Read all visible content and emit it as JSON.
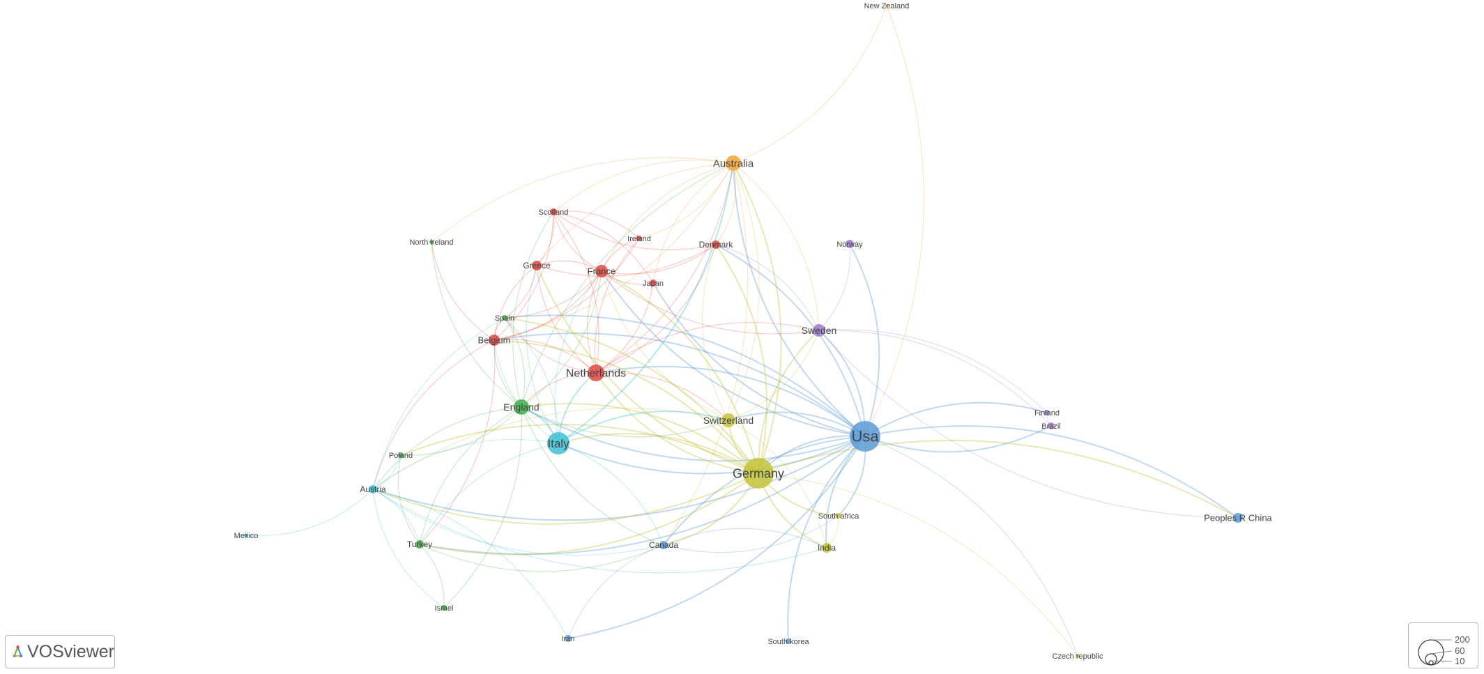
{
  "app": {
    "brand": "VOSviewer",
    "logo_icon": "vosviewer-logo-icon"
  },
  "legend": {
    "sizes": [
      "200",
      "60",
      "10"
    ]
  },
  "clusters": {
    "red": "#e2463f",
    "green": "#3fae49",
    "blue": "#5b9bd5",
    "yellow": "#c3c33a",
    "purple": "#a07ad1",
    "cyan": "#3ec1d3",
    "orange": "#f2a33a"
  },
  "nodes": [
    {
      "id": "usa",
      "label": "Usa",
      "cluster": "blue"
    },
    {
      "id": "germany",
      "label": "Germany",
      "cluster": "yellow"
    },
    {
      "id": "italy",
      "label": "Italy",
      "cluster": "cyan"
    },
    {
      "id": "netherlands",
      "label": "Netherlands",
      "cluster": "red"
    },
    {
      "id": "england",
      "label": "England",
      "cluster": "green"
    },
    {
      "id": "switzerland",
      "label": "Switzerland",
      "cluster": "yellow"
    },
    {
      "id": "australia",
      "label": "Australia",
      "cluster": "orange"
    },
    {
      "id": "sweden",
      "label": "Sweden",
      "cluster": "purple"
    },
    {
      "id": "france",
      "label": "France",
      "cluster": "red"
    },
    {
      "id": "belgium",
      "label": "Belgium",
      "cluster": "red"
    },
    {
      "id": "greece",
      "label": "Greece",
      "cluster": "red"
    },
    {
      "id": "scotland",
      "label": "Scotland",
      "cluster": "red"
    },
    {
      "id": "ireland",
      "label": "Ireland",
      "cluster": "red"
    },
    {
      "id": "denmark",
      "label": "Denmark",
      "cluster": "red"
    },
    {
      "id": "japan",
      "label": "Japan",
      "cluster": "red"
    },
    {
      "id": "spain",
      "label": "Spain",
      "cluster": "green"
    },
    {
      "id": "northireland",
      "label": "North ireland",
      "cluster": "green"
    },
    {
      "id": "poland",
      "label": "Poland",
      "cluster": "green"
    },
    {
      "id": "turkey",
      "label": "Turkey",
      "cluster": "green"
    },
    {
      "id": "israel",
      "label": "Israel",
      "cluster": "green"
    },
    {
      "id": "austria",
      "label": "Austria",
      "cluster": "cyan"
    },
    {
      "id": "mexico",
      "label": "Mexico",
      "cluster": "cyan"
    },
    {
      "id": "canada",
      "label": "Canada",
      "cluster": "blue"
    },
    {
      "id": "iran",
      "label": "Iran",
      "cluster": "blue"
    },
    {
      "id": "southkorea",
      "label": "South korea",
      "cluster": "blue"
    },
    {
      "id": "china",
      "label": "Peoples R China",
      "cluster": "blue"
    },
    {
      "id": "norway",
      "label": "Norway",
      "cluster": "purple"
    },
    {
      "id": "finland",
      "label": "Finland",
      "cluster": "purple"
    },
    {
      "id": "brazil",
      "label": "Brazil",
      "cluster": "purple"
    },
    {
      "id": "southafrica",
      "label": "South africa",
      "cluster": "yellow"
    },
    {
      "id": "india",
      "label": "India",
      "cluster": "yellow"
    },
    {
      "id": "czech",
      "label": "Czech republic",
      "cluster": "yellow"
    },
    {
      "id": "newzealand",
      "label": "New Zealand",
      "cluster": "orange"
    }
  ],
  "links": [
    [
      "usa",
      "germany"
    ],
    [
      "usa",
      "italy"
    ],
    [
      "usa",
      "netherlands"
    ],
    [
      "usa",
      "england"
    ],
    [
      "usa",
      "switzerland"
    ],
    [
      "usa",
      "australia"
    ],
    [
      "usa",
      "sweden"
    ],
    [
      "usa",
      "france"
    ],
    [
      "usa",
      "canada"
    ],
    [
      "usa",
      "china"
    ],
    [
      "usa",
      "india"
    ],
    [
      "usa",
      "southafrica"
    ],
    [
      "usa",
      "southkorea"
    ],
    [
      "usa",
      "iran"
    ],
    [
      "usa",
      "norway"
    ],
    [
      "usa",
      "finland"
    ],
    [
      "usa",
      "brazil"
    ],
    [
      "usa",
      "austria"
    ],
    [
      "usa",
      "belgium"
    ],
    [
      "usa",
      "turkey"
    ],
    [
      "usa",
      "denmark"
    ],
    [
      "usa",
      "czech"
    ],
    [
      "usa",
      "spain"
    ],
    [
      "usa",
      "japan"
    ],
    [
      "germany",
      "italy"
    ],
    [
      "germany",
      "netherlands"
    ],
    [
      "germany",
      "england"
    ],
    [
      "germany",
      "switzerland"
    ],
    [
      "germany",
      "australia"
    ],
    [
      "germany",
      "sweden"
    ],
    [
      "germany",
      "france"
    ],
    [
      "germany",
      "austria"
    ],
    [
      "germany",
      "india"
    ],
    [
      "germany",
      "canada"
    ],
    [
      "germany",
      "belgium"
    ],
    [
      "germany",
      "turkey"
    ],
    [
      "germany",
      "poland"
    ],
    [
      "germany",
      "czech"
    ],
    [
      "germany",
      "southafrica"
    ],
    [
      "germany",
      "greece"
    ],
    [
      "germany",
      "denmark"
    ],
    [
      "germany",
      "china"
    ],
    [
      "germany",
      "spain"
    ],
    [
      "italy",
      "netherlands"
    ],
    [
      "italy",
      "england"
    ],
    [
      "italy",
      "switzerland"
    ],
    [
      "italy",
      "austria"
    ],
    [
      "italy",
      "france"
    ],
    [
      "italy",
      "australia"
    ],
    [
      "italy",
      "belgium"
    ],
    [
      "italy",
      "turkey"
    ],
    [
      "italy",
      "canada"
    ],
    [
      "italy",
      "spain"
    ],
    [
      "italy",
      "greece"
    ],
    [
      "netherlands",
      "england"
    ],
    [
      "netherlands",
      "switzerland"
    ],
    [
      "netherlands",
      "australia"
    ],
    [
      "netherlands",
      "france"
    ],
    [
      "netherlands",
      "belgium"
    ],
    [
      "netherlands",
      "greece"
    ],
    [
      "netherlands",
      "scotland"
    ],
    [
      "netherlands",
      "sweden"
    ],
    [
      "netherlands",
      "denmark"
    ],
    [
      "netherlands",
      "ireland"
    ],
    [
      "netherlands",
      "japan"
    ],
    [
      "netherlands",
      "spain"
    ],
    [
      "england",
      "switzerland"
    ],
    [
      "england",
      "australia"
    ],
    [
      "england",
      "france"
    ],
    [
      "england",
      "belgium"
    ],
    [
      "england",
      "spain"
    ],
    [
      "england",
      "northireland"
    ],
    [
      "england",
      "austria"
    ],
    [
      "england",
      "poland"
    ],
    [
      "england",
      "turkey"
    ],
    [
      "england",
      "scotland"
    ],
    [
      "england",
      "canada"
    ],
    [
      "england",
      "israel"
    ],
    [
      "switzerland",
      "australia"
    ],
    [
      "switzerland",
      "france"
    ],
    [
      "switzerland",
      "sweden"
    ],
    [
      "switzerland",
      "denmark"
    ],
    [
      "switzerland",
      "austria"
    ],
    [
      "switzerland",
      "india"
    ],
    [
      "australia",
      "france"
    ],
    [
      "australia",
      "sweden"
    ],
    [
      "australia",
      "scotland"
    ],
    [
      "australia",
      "denmark"
    ],
    [
      "australia",
      "newzealand"
    ],
    [
      "australia",
      "belgium"
    ],
    [
      "australia",
      "greece"
    ],
    [
      "australia",
      "ireland"
    ],
    [
      "australia",
      "northireland"
    ],
    [
      "australia",
      "canada"
    ],
    [
      "australia",
      "japan"
    ],
    [
      "france",
      "belgium"
    ],
    [
      "france",
      "greece"
    ],
    [
      "france",
      "scotland"
    ],
    [
      "france",
      "denmark"
    ],
    [
      "france",
      "ireland"
    ],
    [
      "france",
      "japan"
    ],
    [
      "france",
      "spain"
    ],
    [
      "france",
      "sweden"
    ],
    [
      "belgium",
      "greece"
    ],
    [
      "belgium",
      "scotland"
    ],
    [
      "belgium",
      "spain"
    ],
    [
      "belgium",
      "austria"
    ],
    [
      "belgium",
      "turkey"
    ],
    [
      "belgium",
      "ireland"
    ],
    [
      "belgium",
      "northireland"
    ],
    [
      "greece",
      "scotland"
    ],
    [
      "greece",
      "spain"
    ],
    [
      "greece",
      "denmark"
    ],
    [
      "scotland",
      "ireland"
    ],
    [
      "scotland",
      "denmark"
    ],
    [
      "scotland",
      "japan"
    ],
    [
      "sweden",
      "norway"
    ],
    [
      "sweden",
      "finland"
    ],
    [
      "sweden",
      "denmark"
    ],
    [
      "sweden",
      "brazil"
    ],
    [
      "sweden",
      "china"
    ],
    [
      "austria",
      "turkey"
    ],
    [
      "austria",
      "poland"
    ],
    [
      "austria",
      "mexico"
    ],
    [
      "austria",
      "canada"
    ],
    [
      "austria",
      "iran"
    ],
    [
      "austria",
      "israel"
    ],
    [
      "austria",
      "spain"
    ],
    [
      "austria",
      "india"
    ],
    [
      "turkey",
      "israel"
    ],
    [
      "turkey",
      "canada"
    ],
    [
      "turkey",
      "poland"
    ],
    [
      "canada",
      "iran"
    ],
    [
      "canada",
      "india"
    ],
    [
      "canada",
      "southafrica"
    ],
    [
      "newzealand",
      "usa"
    ],
    [
      "finland",
      "brazil"
    ],
    [
      "southafrica",
      "india"
    ]
  ]
}
